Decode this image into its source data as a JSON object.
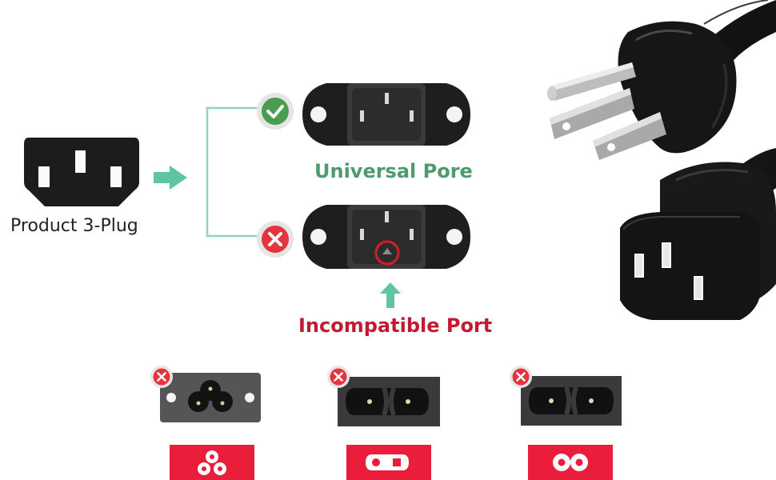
{
  "labels": {
    "product": "Product 3-Plug",
    "universal": "Universal Pore",
    "incompatible": "Incompatible Port"
  },
  "colors": {
    "teal": "#5fc4a4",
    "green_check": "#4a9d4e",
    "red": "#c4122a",
    "red_badge": "#e5343e",
    "red_tag": "#ea1d3a",
    "universal_text": "#4d9b6c",
    "incompatible_text": "#c21b31",
    "body_black": "#141414"
  },
  "icons": {
    "check": "check-circle-icon",
    "cross": "cross-circle-icon"
  }
}
